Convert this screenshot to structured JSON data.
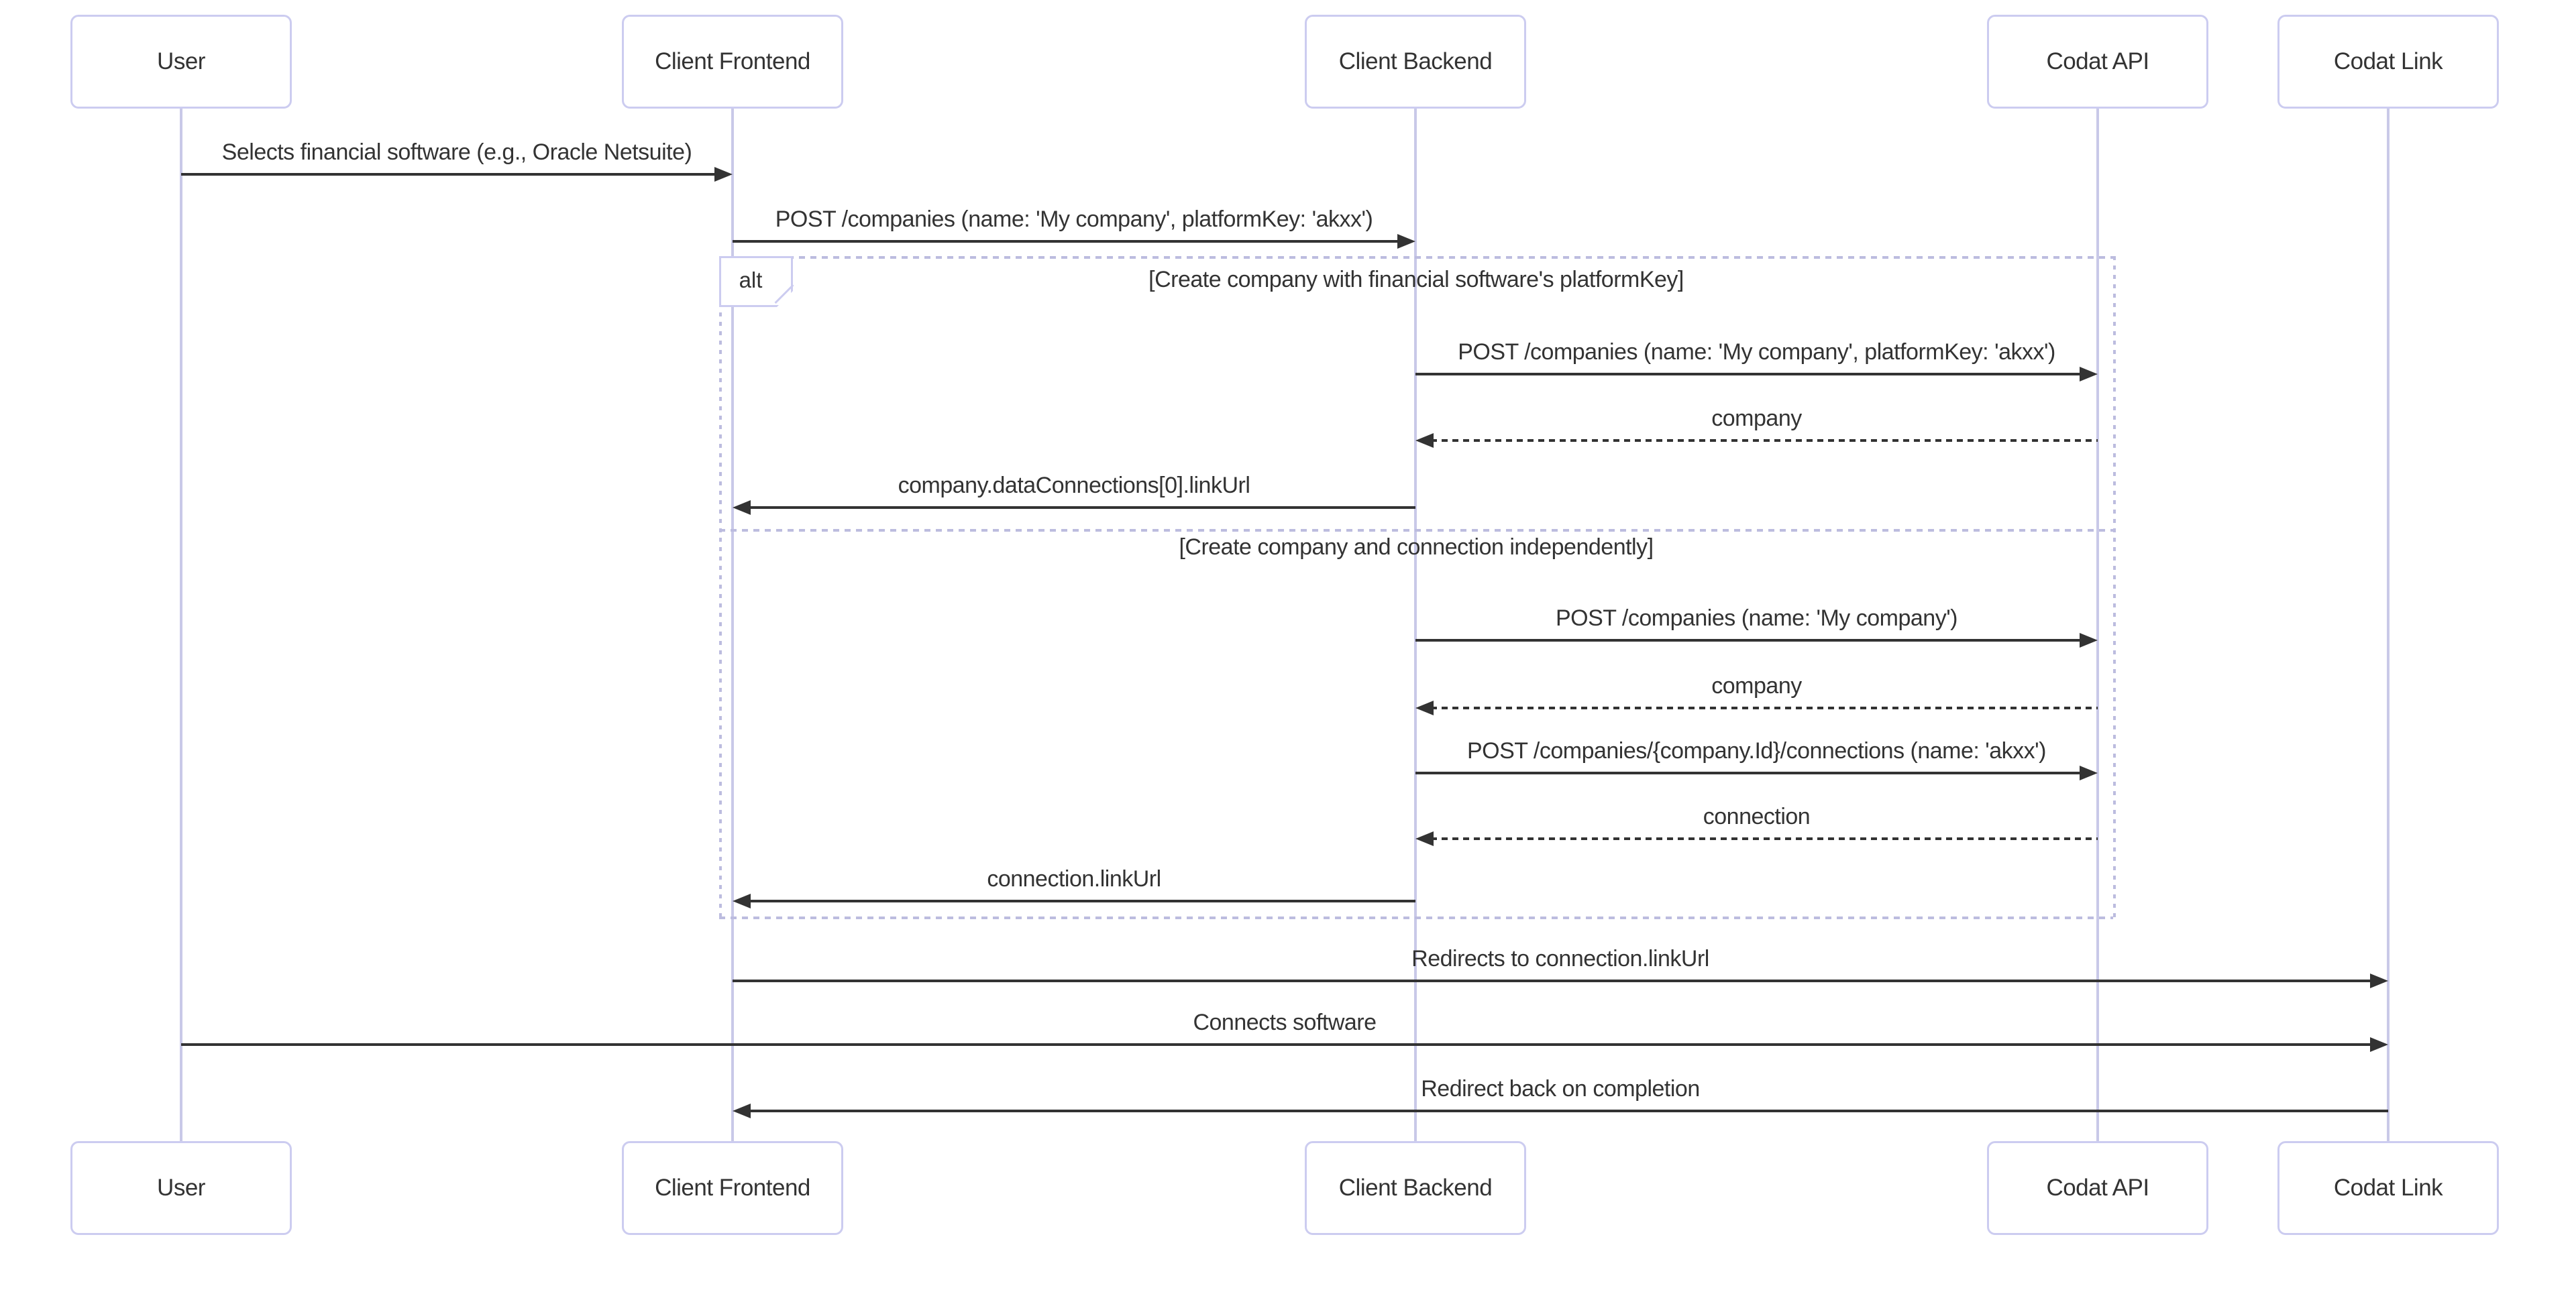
{
  "diagram": {
    "kind": "sequence-diagram",
    "actors": [
      {
        "id": "user",
        "label": "User"
      },
      {
        "id": "client-frontend",
        "label": "Client Frontend"
      },
      {
        "id": "client-backend",
        "label": "Client Backend"
      },
      {
        "id": "codat-api",
        "label": "Codat API"
      },
      {
        "id": "codat-link",
        "label": "Codat Link"
      }
    ],
    "messages": [
      {
        "from": "user",
        "to": "client-frontend",
        "label": "Selects financial software (e.g., Oracle Netsuite)",
        "line": "solid"
      },
      {
        "from": "client-frontend",
        "to": "client-backend",
        "label": "POST /companies (name: 'My company', platformKey: 'akxx')",
        "line": "solid"
      },
      {
        "from": "client-backend",
        "to": "codat-api",
        "label": "POST /companies (name: 'My company', platformKey: 'akxx')",
        "line": "solid"
      },
      {
        "from": "codat-api",
        "to": "client-backend",
        "label": "company",
        "line": "dashed"
      },
      {
        "from": "client-backend",
        "to": "client-frontend",
        "label": "company.dataConnections[0].linkUrl",
        "line": "solid"
      },
      {
        "from": "client-backend",
        "to": "codat-api",
        "label": "POST /companies (name: 'My company')",
        "line": "solid"
      },
      {
        "from": "codat-api",
        "to": "client-backend",
        "label": "company",
        "line": "dashed"
      },
      {
        "from": "client-backend",
        "to": "codat-api",
        "label": "POST /companies/{company.Id}/connections (name: 'akxx')",
        "line": "solid"
      },
      {
        "from": "codat-api",
        "to": "client-backend",
        "label": "connection",
        "line": "dashed"
      },
      {
        "from": "client-backend",
        "to": "client-frontend",
        "label": "connection.linkUrl",
        "line": "solid"
      },
      {
        "from": "client-frontend",
        "to": "codat-link",
        "label": "Redirects to connection.linkUrl",
        "line": "solid"
      },
      {
        "from": "user",
        "to": "codat-link",
        "label": "Connects software",
        "line": "solid"
      },
      {
        "from": "codat-link",
        "to": "client-frontend",
        "label": "Redirect back on completion",
        "line": "solid"
      }
    ],
    "alt_frame": {
      "operator": "alt",
      "sections": [
        {
          "title": "[Create company with financial software's platformKey]"
        },
        {
          "title": "[Create company and connection independently]"
        }
      ]
    },
    "colors": {
      "background": "#ffffff",
      "lifeline": "#c9c9e8",
      "actor_border": "#ccccf0",
      "frame_border": "#bcbcdf",
      "message_line": "#333333",
      "text": "#333333"
    }
  }
}
